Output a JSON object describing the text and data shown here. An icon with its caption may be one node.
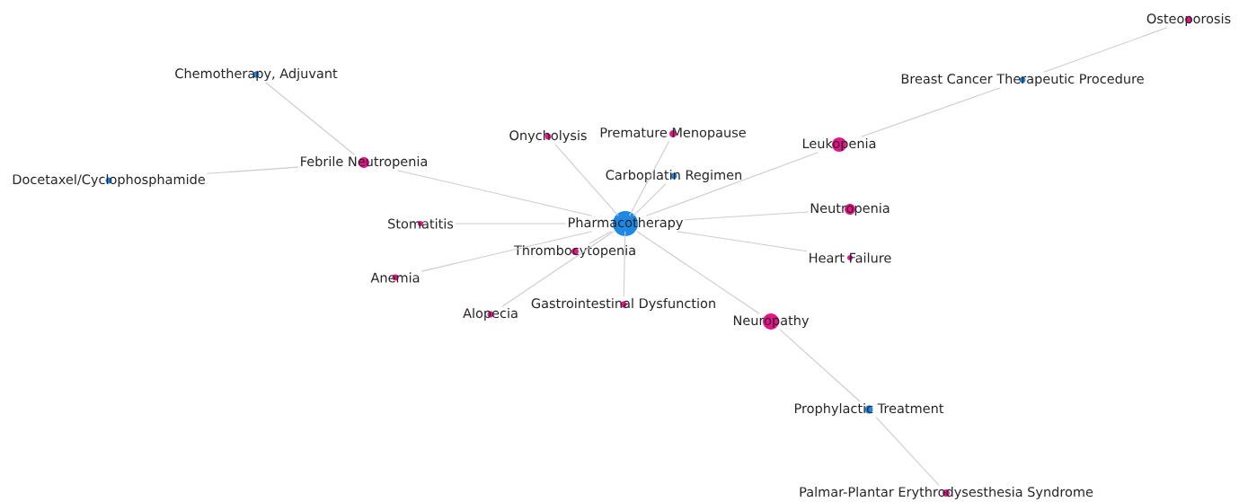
{
  "diagram": {
    "nodes": [
      {
        "text": [
          "Pharmacotherapy"
        ]
      },
      {
        "text": [
          "Chemotherapy, Adjuvant"
        ]
      },
      {
        "text": [
          "Febrile Neutropenia"
        ]
      },
      {
        "text": [
          "Docetaxel/Cyclophosphamide"
        ]
      },
      {
        "text": [
          "Onycholysis"
        ]
      },
      {
        "text": [
          "Premature Menopause"
        ]
      },
      {
        "text": [
          "Carboplatin Regimen"
        ]
      },
      {
        "text": [
          "Leukopenia"
        ]
      },
      {
        "text": [
          "Breast Cancer Therapeutic Procedure"
        ]
      },
      {
        "text": [
          "Osteoporosis"
        ]
      },
      {
        "text": [
          "Stomatitis"
        ]
      },
      {
        "text": [
          "Neutropenia"
        ]
      },
      {
        "text": [
          "Thrombocytopenia"
        ]
      },
      {
        "text": [
          "Heart Failure"
        ]
      },
      {
        "text": [
          "Anemia"
        ]
      },
      {
        "text": [
          "Gastrointestinal Dysfunction"
        ]
      },
      {
        "text": [
          "Alopecia"
        ]
      },
      {
        "text": [
          "Neuropathy"
        ]
      },
      {
        "text": [
          "Prophylactic Treatment"
        ]
      },
      {
        "text": [
          "Palmar-Plantar Erythrodysesthesia Syndrome"
        ]
      }
    ],
    "edges": [
      {
        "from": 0,
        "to": 2,
        "arrow": "none"
      },
      {
        "from": 2,
        "to": 1,
        "arrow": "none"
      },
      {
        "from": 2,
        "to": 3,
        "arrow": "none"
      },
      {
        "from": 0,
        "to": 4,
        "arrow": "none"
      },
      {
        "from": 0,
        "to": 5,
        "arrow": "none"
      },
      {
        "from": 0,
        "to": 6,
        "arrow": "none"
      },
      {
        "from": 0,
        "to": 7,
        "arrow": "none"
      },
      {
        "from": 7,
        "to": 8,
        "arrow": "none"
      },
      {
        "from": 8,
        "to": 9,
        "arrow": "none"
      },
      {
        "from": 0,
        "to": 10,
        "arrow": "none"
      },
      {
        "from": 0,
        "to": 11,
        "arrow": "none"
      },
      {
        "from": 0,
        "to": 12,
        "arrow": "none"
      },
      {
        "from": 0,
        "to": 13,
        "arrow": "none"
      },
      {
        "from": 0,
        "to": 14,
        "arrow": "none"
      },
      {
        "from": 0,
        "to": 15,
        "arrow": "none"
      },
      {
        "from": 0,
        "to": 16,
        "arrow": "none"
      },
      {
        "from": 0,
        "to": 17,
        "arrow": "none"
      },
      {
        "from": 17,
        "to": 18,
        "arrow": "none"
      },
      {
        "from": 18,
        "to": 19,
        "arrow": "none"
      }
    ]
  }
}
